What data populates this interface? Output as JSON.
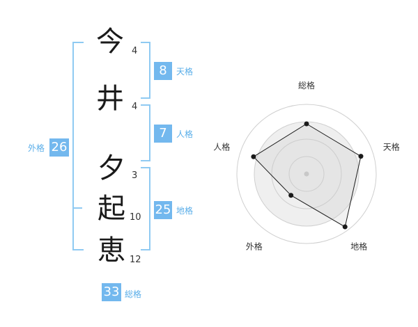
{
  "name": {
    "chars": [
      {
        "char": "今",
        "strokes": "4"
      },
      {
        "char": "井",
        "strokes": "4"
      },
      {
        "char": "夕",
        "strokes": "3"
      },
      {
        "char": "起",
        "strokes": "10"
      },
      {
        "char": "恵",
        "strokes": "12"
      }
    ]
  },
  "fortunes": {
    "tenkaku": {
      "value": "8",
      "label": "天格"
    },
    "jinkaku": {
      "value": "7",
      "label": "人格"
    },
    "chikaku": {
      "value": "25",
      "label": "地格"
    },
    "gaikaku": {
      "value": "26",
      "label": "外格"
    },
    "soukaku": {
      "value": "33",
      "label": "総格"
    }
  },
  "colors": {
    "accent": "#73b8ee",
    "bracket": "#8fcaf2",
    "label": "#5aaee9"
  },
  "chart_data": {
    "type": "radar",
    "axes": [
      "総格",
      "天格",
      "地格",
      "外格",
      "人格"
    ],
    "values": [
      0.72,
      0.82,
      0.94,
      0.38,
      0.8
    ],
    "rings": 4
  }
}
